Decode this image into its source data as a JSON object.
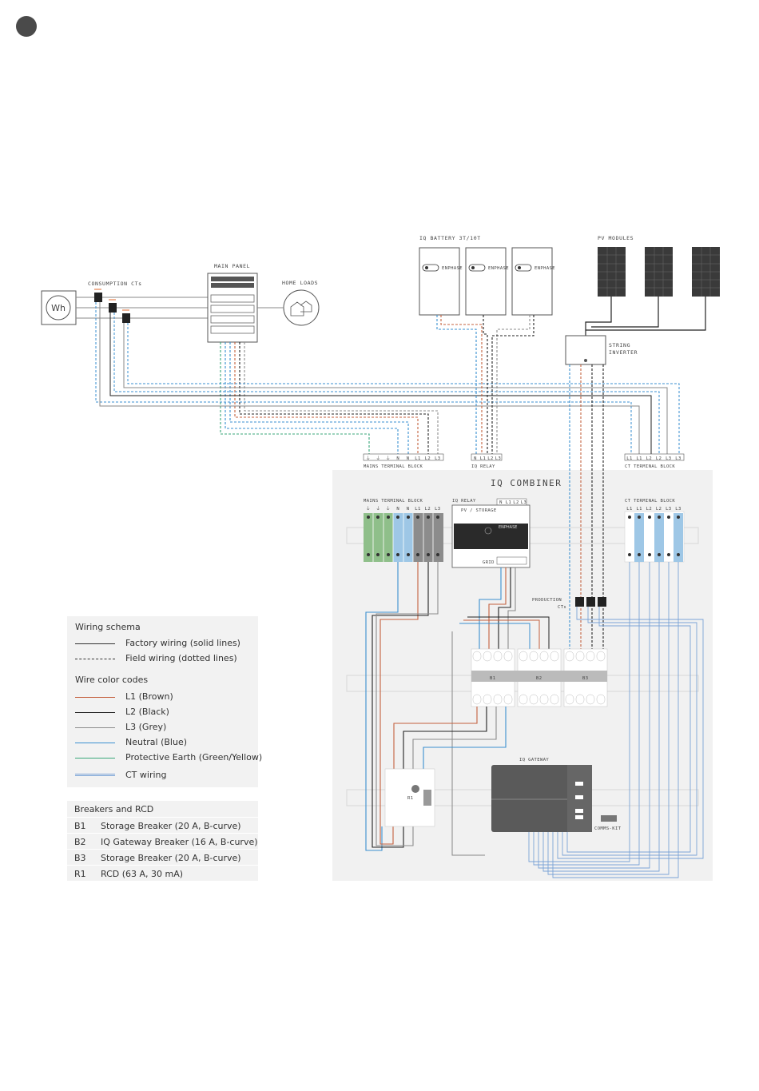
{
  "diagram": {
    "labels": {
      "consumption_cts": "CONSUMPTION CTs",
      "main_panel": "MAIN PANEL",
      "home_loads": "HOME LOADS",
      "meter": "Wh",
      "iq_battery": "IQ BATTERY 3T/10T",
      "pv_modules": "PV MODULES",
      "string_inverter_1": "STRING",
      "string_inverter_2": "INVERTER",
      "mains_terminal_block": "MAINS TERMINAL BLOCK",
      "iq_relay": "IQ RELAY",
      "ct_terminal_block": "CT TERMINAL BLOCK",
      "iq_combiner": "IQ COMBINER",
      "pv_storage": "PV / STORAGE",
      "grid": "GRID",
      "enphase": "ENPHASE",
      "production_cts_1": "PRODUCTION",
      "production_cts_2": "CTs",
      "iq_gateway": "IQ GATEWAY",
      "comms_kit": "COMMS-KIT",
      "battery_brand": "ENPHASE",
      "b1": "B1",
      "b2": "B2",
      "b3": "B3",
      "r1": "R1"
    },
    "mains_terminals": [
      "⏚",
      "⏚",
      "⏚",
      "N",
      "N",
      "L1",
      "L2",
      "L3"
    ],
    "relay_terminals": [
      "N",
      "L1",
      "L2",
      "L3"
    ],
    "ct_terminals": [
      "L1",
      "L1",
      "L2",
      "L2",
      "L3",
      "L3"
    ]
  },
  "legend": {
    "title": "Wiring schema",
    "factory": "Factory wiring (solid lines)",
    "field": "Field wiring (dotted lines)",
    "colors_title": "Wire color codes",
    "items": [
      {
        "label": "L1 (Brown)",
        "color": "#c4603d"
      },
      {
        "label": "L2 (Black)",
        "color": "#222222"
      },
      {
        "label": "L3 (Grey)",
        "color": "#8c8c8c"
      },
      {
        "label": "Neutral (Blue)",
        "color": "#3a8fd0"
      },
      {
        "label": "Protective Earth (Green/Yellow)",
        "color": "#3aa77a"
      },
      {
        "label": "CT wiring",
        "color": "#7aa3d6"
      }
    ]
  },
  "breakers": {
    "title": "Breakers and RCD",
    "rows": [
      {
        "code": "B1",
        "desc": "Storage Breaker (20 A, B-curve)"
      },
      {
        "code": "B2",
        "desc": "IQ Gateway Breaker (16 A, B-curve)"
      },
      {
        "code": "B3",
        "desc": "Storage Breaker (20 A, B-curve)"
      },
      {
        "code": "R1",
        "desc": "RCD (63 A, 30 mA)"
      }
    ]
  }
}
